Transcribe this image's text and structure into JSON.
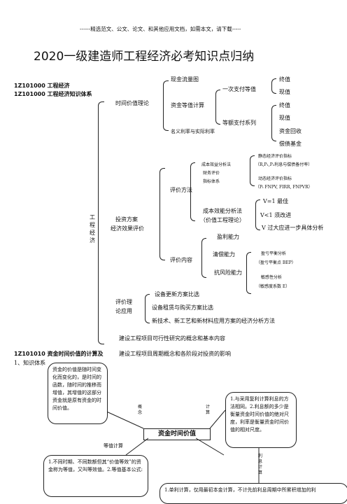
{
  "header_note": "------精选范文、公文、论文、和其他应用文档，如需本文，请下载-----",
  "title": "2020一级建造师工程经济必考知识点归纳",
  "sec1": "1Z101000 工程经济",
  "sec2": "1Z101000  工程经济知识体系",
  "root": "工程经济",
  "time_value": {
    "label": "时间价值理论",
    "cash_flow": "现金流量图",
    "equiv": "资金等值计算",
    "once": "一次支付等值",
    "fv": "终值",
    "pv": "现值",
    "annuity": "等额支付系列",
    "a_fv": "终值",
    "a_pv": "现值",
    "a_cr": "资金回收",
    "a_sf": "偿债基金",
    "rate": "名义利率与实际利率"
  },
  "invest": {
    "label1": "投资方案",
    "label2": "经济效果评价",
    "method": "评价方法",
    "cost_analysis": "成本效益分析法",
    "fin_eval": "财务评价",
    "index_sys": "指标体系",
    "static_idx": "静态经济评价指标",
    "static_sub": "（R,P₁,P₂利息与偿债备付率）",
    "dynamic_idx": "动态经济评价指标",
    "dynamic_sub": "（Pₜ FNPV, FIRR, FNPVR）",
    "ce_analysis1": "成本效能分析法",
    "ce_analysis2": "（价值工程理论）",
    "v1": "V=1 最佳",
    "v2": "V<1 须改进",
    "v3": "V 过大应进一步具体分析",
    "content": "评价内容",
    "profit": "盈利能力",
    "debt": "清偿能力",
    "risk": "抗风险能力",
    "bep1": "盈亏平衡分析",
    "bep2": "（盈亏平衡点 BEP）",
    "sens1": "敏感性分析",
    "sens2": "（敏感度系数 E）"
  },
  "apply": {
    "label1": "评价理",
    "label2": "论应用",
    "i1": "设备更新方案比选",
    "i2": "设备租赁与购买方案比选",
    "i3": "新技术、新工艺和新材料应用方案的经济分析方法"
  },
  "tail1": "建设工程项目可行性研究的概念和基本内容",
  "tail2": "建设工程项目周期概念和各阶段对投资的影响",
  "sec3": "1Z101010 资金时间价值的计算及",
  "knowledge": "1、知识体系",
  "diagram": {
    "center": "资金时间价值",
    "concept": "概念",
    "calc": "计算",
    "equiv": "等值计算",
    "interest": "利息计算",
    "concept_box": "资金的价值是随时间变化而变化的，是时间的函数，随时间的推移而增值，其增值的这部分资金就是原有资金的时间价值。",
    "calc_box": "1.与采用复利计算利息的方法相同。2.利息额的多少是衡量资金时间价值的绝对尺度，利率是衡量资金时间价值的相对尺度。",
    "equiv_box": "1.不同时期、不同数额但其“价值等效”的资金称为等值，又叫等效值。2.等值基本公式:",
    "bottom_box": "1.单利计算，仅用最初本金计算，不计先前利息周期中所累积增加的利"
  }
}
